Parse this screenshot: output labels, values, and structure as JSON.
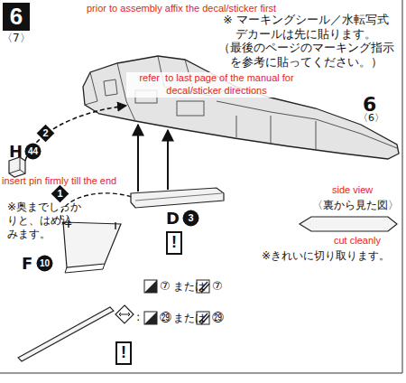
{
  "diagram": {
    "nodes": [
      {
        "text": [
          "6"
        ]
      },
      {
        "text": [
          "2"
        ]
      },
      {
        "text": [
          "44"
        ]
      },
      {
        "text": [
          "1"
        ]
      },
      {
        "text": [
          "3"
        ]
      },
      {
        "text": [
          "!"
        ]
      },
      {
        "text": [
          "10"
        ]
      },
      {
        "text": [
          "!"
        ]
      }
    ],
    "labels": [
      "〈7〉",
      "prior to assembly affix the decal/sticker first",
      "※ マーキングシール／水転写式 デカールは先に貼ります。 （最後のページのマーキング指示 を参考に貼ってください。）",
      "refer  to last page of the manual for decal/sticker directions",
      "6",
      "〈6〉",
      "H",
      "insert pin firmly till the end",
      "※奥までしっか りと、はめ込 みます。",
      "D",
      "side view",
      "〈裏から見た図〉",
      "cut cleanly",
      "※きれいに切り取ります。",
      "F",
      "⑦",
      "または",
      "⑦",
      ":",
      "㉙",
      "または",
      "㉙"
    ]
  }
}
